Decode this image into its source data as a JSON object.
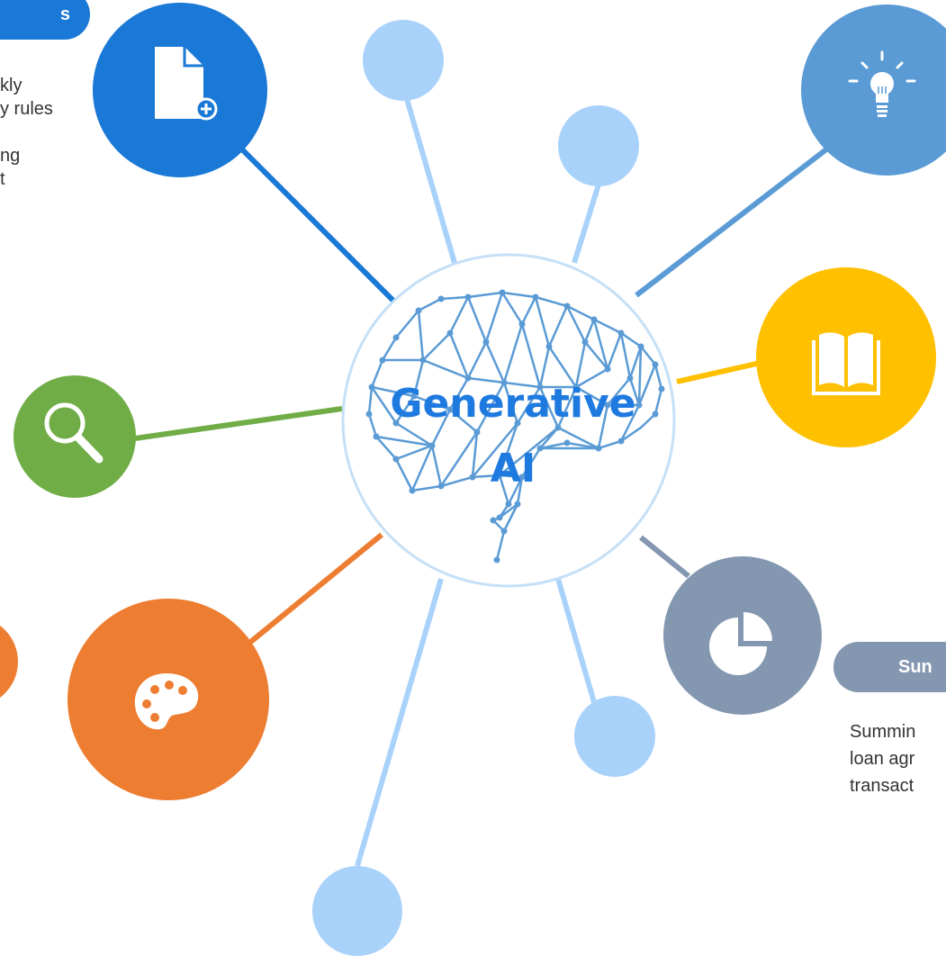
{
  "center": {
    "line1": "Generative",
    "line2": "AI"
  },
  "top_left": {
    "title": "s",
    "desc_lines": [
      "kly",
      "y rules",
      "",
      "ng",
      "t"
    ]
  },
  "bottom_right": {
    "title": "Sun",
    "desc_lines": [
      "Summin",
      "loan agr",
      "transact"
    ]
  },
  "colors": {
    "blue": "#1a78d6",
    "light_blue": "#a9d2fb",
    "steel_blue": "#5a9bd5",
    "yellow": "#ffc000",
    "green": "#70ad47",
    "orange": "#ed7d31",
    "slate": "#8497b0",
    "brain": "#5b9bd5",
    "center_text": "#1f7ae0"
  },
  "icons": [
    "document-add-icon",
    "lightbulb-icon",
    "book-icon",
    "search-icon",
    "pie-chart-icon",
    "palette-icon",
    "brain-network-icon"
  ]
}
